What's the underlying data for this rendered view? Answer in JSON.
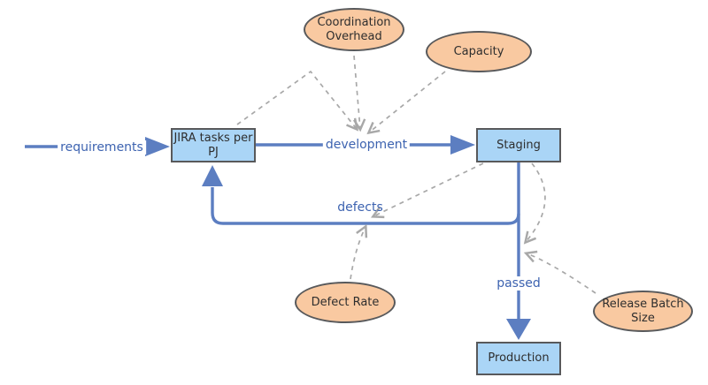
{
  "nodes": {
    "jira_tasks": {
      "label": "JIRA tasks per PJ"
    },
    "staging": {
      "label": "Staging"
    },
    "production": {
      "label": "Production"
    },
    "coordination": {
      "label": "Coordination Overhead"
    },
    "capacity": {
      "label": "Capacity"
    },
    "defect_rate": {
      "label": "Defect Rate"
    },
    "release_batch": {
      "label": "Release Batch Size"
    }
  },
  "edges": {
    "requirements": "requirements",
    "development": "development",
    "defects": "defects",
    "passed": "passed"
  },
  "colors": {
    "node_fill_blue": "#aad5f6",
    "node_fill_peach": "#f9c9a1",
    "node_border": "#58595b",
    "line_blue": "#5c7ec1",
    "label_blue": "#3d63b0",
    "dashed_gray": "#a8a8a8"
  }
}
